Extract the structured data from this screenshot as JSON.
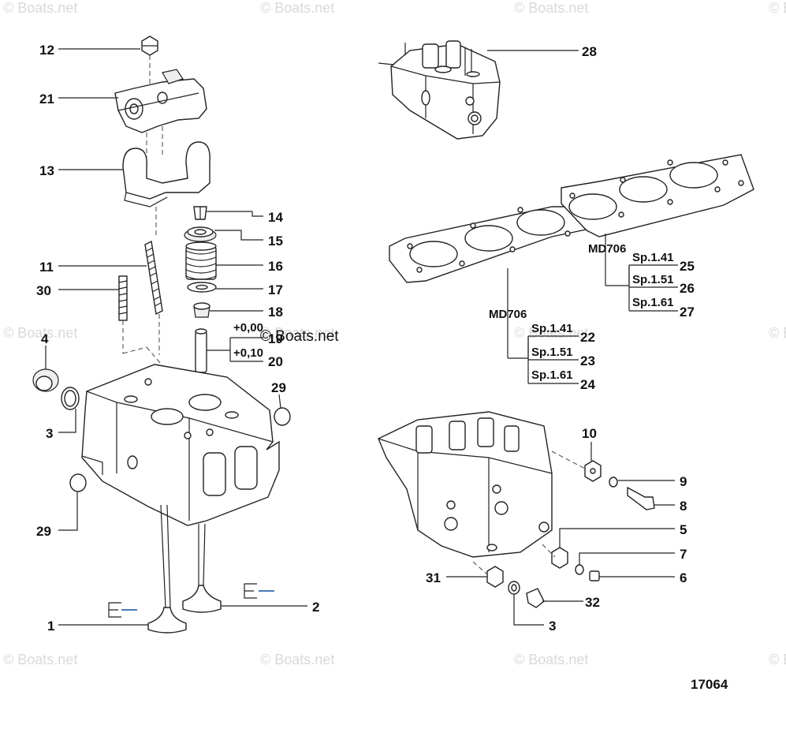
{
  "watermarks": [
    "© Boats.net",
    "© Boats.net",
    "© Boats.net",
    "© Boats.net",
    "© Boats.net",
    "© Boats.net",
    "© Boats.net",
    "© Boats.net",
    "© Boats.net",
    "© Boats.net",
    "© Boats.net",
    "© Boats.net"
  ],
  "center_watermark": "© Boats.net",
  "diagram_number": "17064",
  "callouts": [
    {
      "id": "c12",
      "label": "12"
    },
    {
      "id": "c21",
      "label": "21"
    },
    {
      "id": "c13",
      "label": "13"
    },
    {
      "id": "c11",
      "label": "11"
    },
    {
      "id": "c30",
      "label": "30"
    },
    {
      "id": "c4",
      "label": "4"
    },
    {
      "id": "c3a",
      "label": "3"
    },
    {
      "id": "c29a",
      "label": "29"
    },
    {
      "id": "c29b",
      "label": "29"
    },
    {
      "id": "c1",
      "label": "1"
    },
    {
      "id": "c2",
      "label": "2"
    },
    {
      "id": "c14",
      "label": "14"
    },
    {
      "id": "c15",
      "label": "15"
    },
    {
      "id": "c16",
      "label": "16"
    },
    {
      "id": "c17",
      "label": "17"
    },
    {
      "id": "c18",
      "label": "18"
    },
    {
      "id": "c19",
      "label": "19"
    },
    {
      "id": "c20",
      "label": "20"
    },
    {
      "id": "c28",
      "label": "28"
    },
    {
      "id": "c25",
      "label": "25"
    },
    {
      "id": "c26",
      "label": "26"
    },
    {
      "id": "c27",
      "label": "27"
    },
    {
      "id": "c22",
      "label": "22"
    },
    {
      "id": "c23",
      "label": "23"
    },
    {
      "id": "c24",
      "label": "24"
    },
    {
      "id": "c10",
      "label": "10"
    },
    {
      "id": "c9",
      "label": "9"
    },
    {
      "id": "c8",
      "label": "8"
    },
    {
      "id": "c5",
      "label": "5"
    },
    {
      "id": "c7",
      "label": "7"
    },
    {
      "id": "c6",
      "label": "6"
    },
    {
      "id": "c31",
      "label": "31"
    },
    {
      "id": "c32",
      "label": "32"
    },
    {
      "id": "c3b",
      "label": "3"
    }
  ],
  "oversize": {
    "std": "+0,00",
    "over": "+0,10"
  },
  "gasket_upper": {
    "model": "MD706",
    "v1": "Sp.1.41",
    "v2": "Sp.1.51",
    "v3": "Sp.1.61"
  },
  "gasket_lower": {
    "model": "MD706",
    "v1": "Sp.1.41",
    "v2": "Sp.1.51",
    "v3": "Sp.1.61"
  }
}
